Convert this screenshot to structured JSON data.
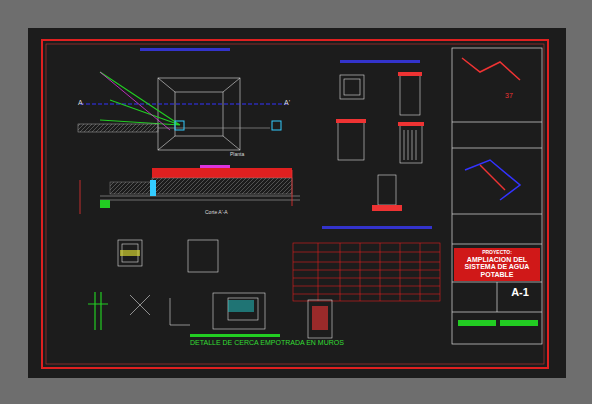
{
  "diagram": {
    "caption": "DETALLE DE CERCA EMPOTRADA EN MUROS",
    "nodes": [
      {
        "text": [
          "PROYECTO:",
          "AMPLIACION DEL SISTEMA DE AGUA POTABLE"
        ]
      },
      {
        "text": [
          "A-1"
        ]
      }
    ],
    "labels": [
      "A",
      "A'",
      "Planta",
      "Corte A'-A",
      "37"
    ]
  }
}
